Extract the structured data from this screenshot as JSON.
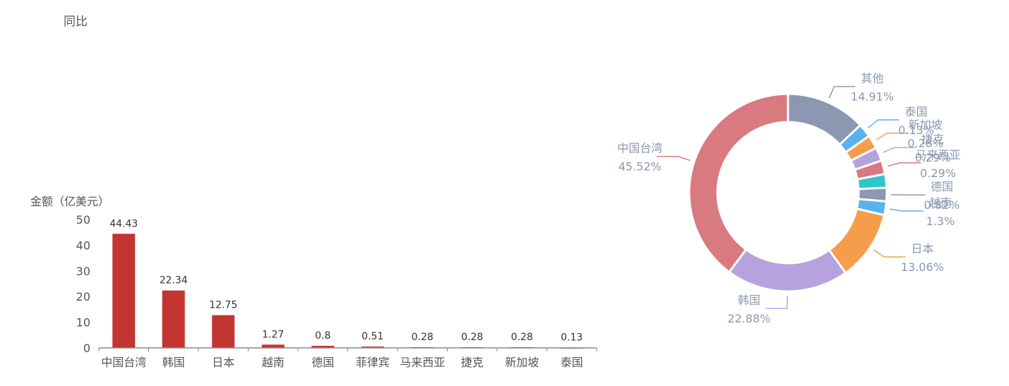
{
  "page": {
    "title": "同比"
  },
  "chart_data": [
    {
      "type": "bar",
      "ylabel": "金额（亿美元）",
      "ylim": [
        0,
        50
      ],
      "yticks": [
        0,
        10,
        20,
        30,
        40,
        50
      ],
      "categories": [
        "中国台湾",
        "韩国",
        "日本",
        "越南",
        "德国",
        "菲律宾",
        "马来西亚",
        "捷克",
        "新加坡",
        "泰国"
      ],
      "values": [
        44.43,
        22.34,
        12.75,
        1.27,
        0.8,
        0.51,
        0.28,
        0.28,
        0.28,
        0.13
      ],
      "value_labels": [
        "44.43",
        "22.34",
        "12.75",
        "1.27",
        "0.8",
        "0.51",
        "0.28",
        "0.28",
        "0.28",
        "0.13"
      ],
      "bar_color": "#c23531",
      "grid": false
    },
    {
      "type": "pie",
      "style": "donut",
      "slices": [
        {
          "name": "其他",
          "label": "14.91%",
          "value": 14.91,
          "color": "#8c97b1"
        },
        {
          "name": "泰国",
          "label": "0.13%",
          "value": 0.13,
          "color": "#5ab1ef"
        },
        {
          "name": "新加坡",
          "label": "0.28%",
          "value": 0.28,
          "color": "#f59d4a"
        },
        {
          "name": "捷克",
          "label": "0.29%",
          "value": 0.29,
          "color": "#b6a2de"
        },
        {
          "name": "马来西亚",
          "label": "0.29%",
          "value": 0.29,
          "color": "#d87a80"
        },
        {
          "name": "菲律宾",
          "label": "",
          "value": 0.5,
          "color": "#2ec7c9"
        },
        {
          "name": "德国",
          "label": "0.82%",
          "value": 0.82,
          "color": "#8c97b1"
        },
        {
          "name": "越南",
          "label": "1.3%",
          "value": 1.3,
          "color": "#5ab1ef"
        },
        {
          "name": "日本",
          "label": "13.06%",
          "value": 13.06,
          "color": "#f59d4a"
        },
        {
          "name": "韩国",
          "label": "22.88%",
          "value": 22.88,
          "color": "#b6a2de"
        },
        {
          "name": "中国台湾",
          "label": "45.52%",
          "value": 45.52,
          "color": "#d87a80"
        }
      ],
      "label_color": "#8c97b1"
    }
  ]
}
